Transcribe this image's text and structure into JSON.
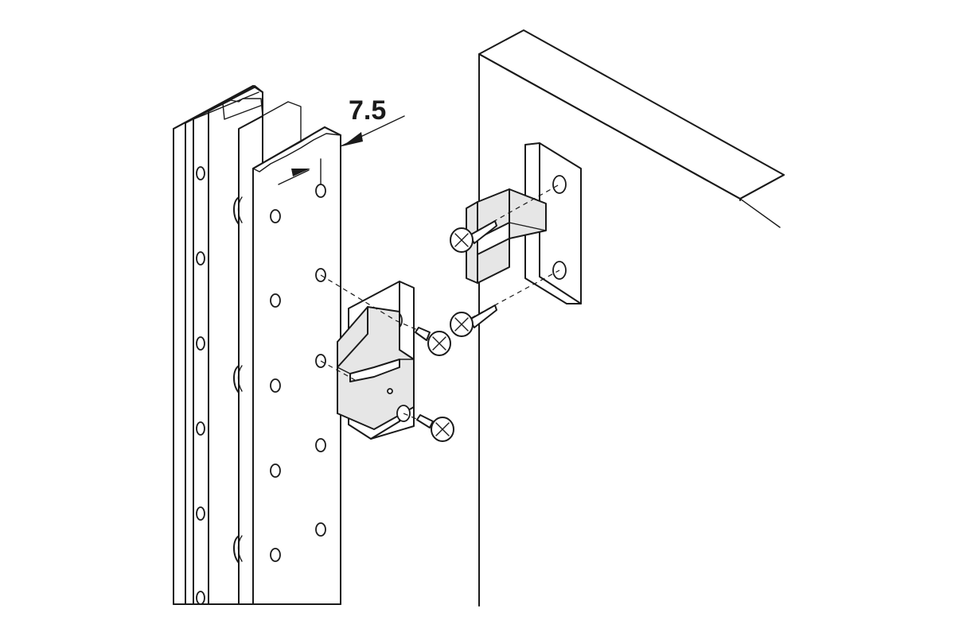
{
  "dimension": {
    "value": "7.5"
  },
  "parts": {
    "upright_profile": "aluminium-upright-profile",
    "cabinet_panel": "cabinet-side-panel",
    "profile_bracket": "profile-mounting-bracket",
    "panel_bracket": "panel-mounting-bracket",
    "screw_type": "countersunk-cross-head-screw"
  },
  "counts": {
    "screws": 4
  }
}
